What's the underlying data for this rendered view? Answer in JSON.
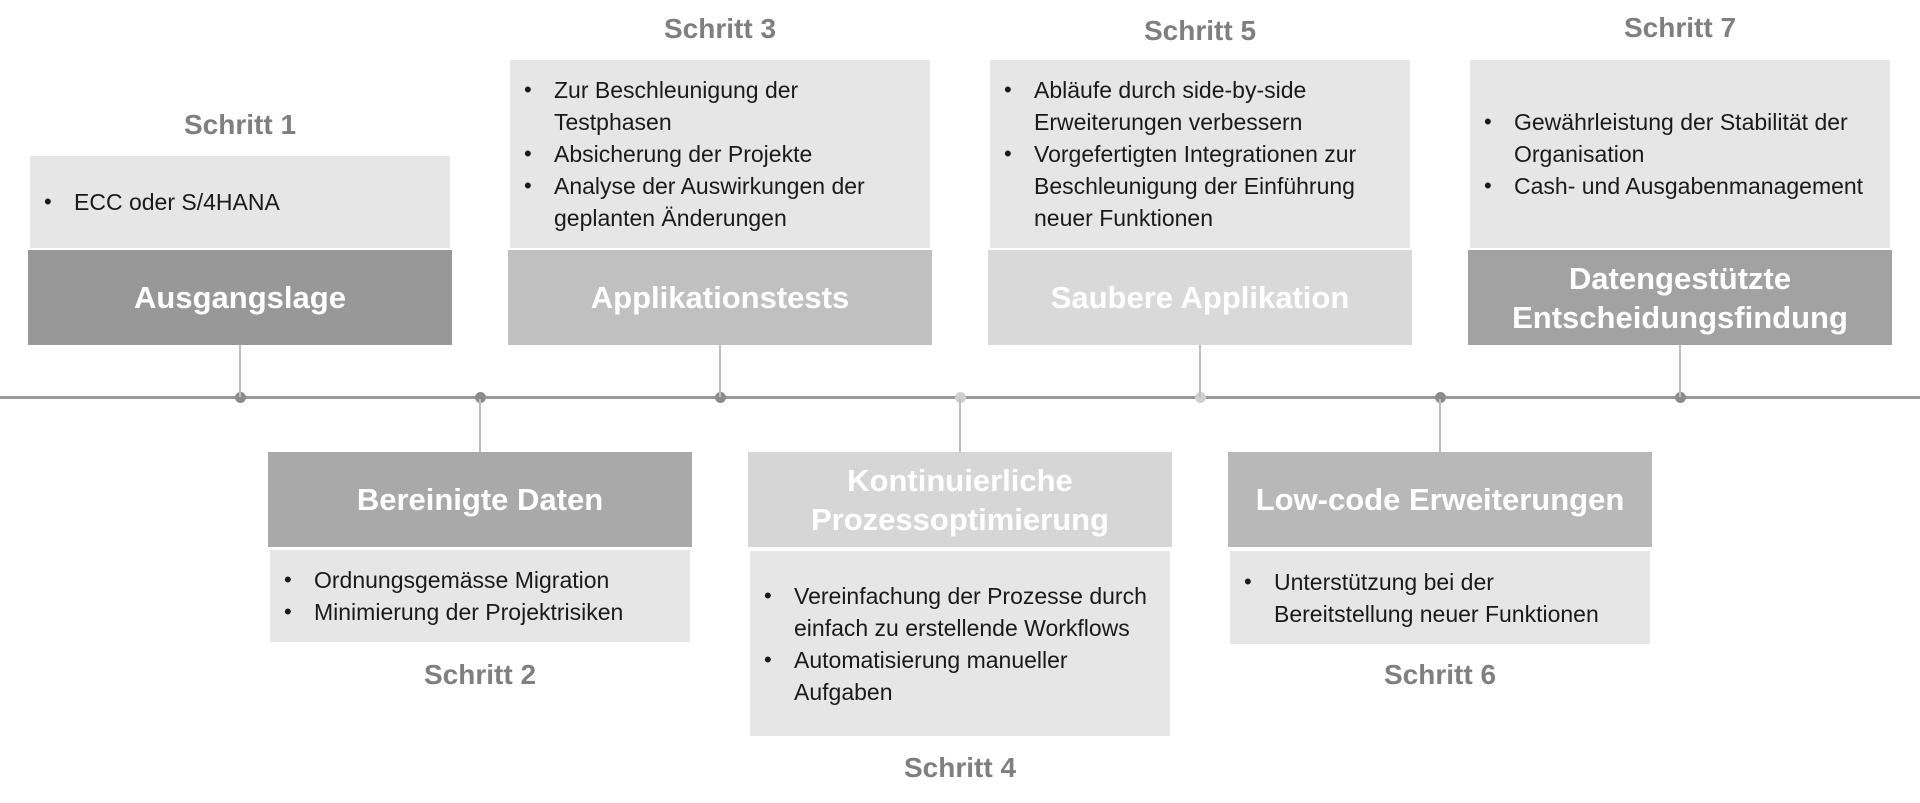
{
  "steps": [
    {
      "label": "Schritt 1",
      "title": "Ausgangslage",
      "bullets": [
        "ECC oder S/4HANA"
      ],
      "color": "#989898",
      "position": "above"
    },
    {
      "label": "Schritt 2",
      "title": "Bereinigte Daten",
      "bullets": [
        "Ordnungsgemässe Migration",
        "Minimierung der Projektrisiken"
      ],
      "color": "#a9a9a9",
      "position": "below"
    },
    {
      "label": "Schritt 3",
      "title": "Applikationstests",
      "bullets": [
        "Zur Beschleunigung der Testphasen",
        "Absicherung der Projekte",
        "Analyse der Auswirkungen der geplanten Änderungen"
      ],
      "color": "#c0c0c0",
      "position": "above"
    },
    {
      "label": "Schritt 4",
      "title": "Kontinuierliche Prozessoptimierung",
      "bullets": [
        "Vereinfachung der Prozesse durch einfach zu erstellende Workflows",
        "Automatisierung manueller Aufgaben"
      ],
      "color": "#d6d6d6",
      "position": "below"
    },
    {
      "label": "Schritt 5",
      "title": "Saubere Applikation",
      "bullets": [
        "Abläufe durch side-by-side Erweiterungen verbessern",
        "Vorgefertigten Integrationen zur Beschleunigung der Einführung neuer Funktionen"
      ],
      "color": "#d9d9d9",
      "position": "above"
    },
    {
      "label": "Schritt 6",
      "title": "Low-code Erweiterungen",
      "bullets": [
        "Unterstützung bei der Bereitstellung neuer Funktionen"
      ],
      "color": "#b8b8b8",
      "position": "below"
    },
    {
      "label": "Schritt 7",
      "title": "Datengestützte Entscheidungsfindung",
      "bullets": [
        "Gewährleistung der Stabilität der Organisation",
        "Cash- und Ausgabenmanagement"
      ],
      "color": "#a2a2a2",
      "position": "above"
    }
  ],
  "timeline": {
    "line_color": "#9a9a9a",
    "dot_color_dark": "#8c8c8c",
    "dot_color_light": "#cfcfcf"
  }
}
